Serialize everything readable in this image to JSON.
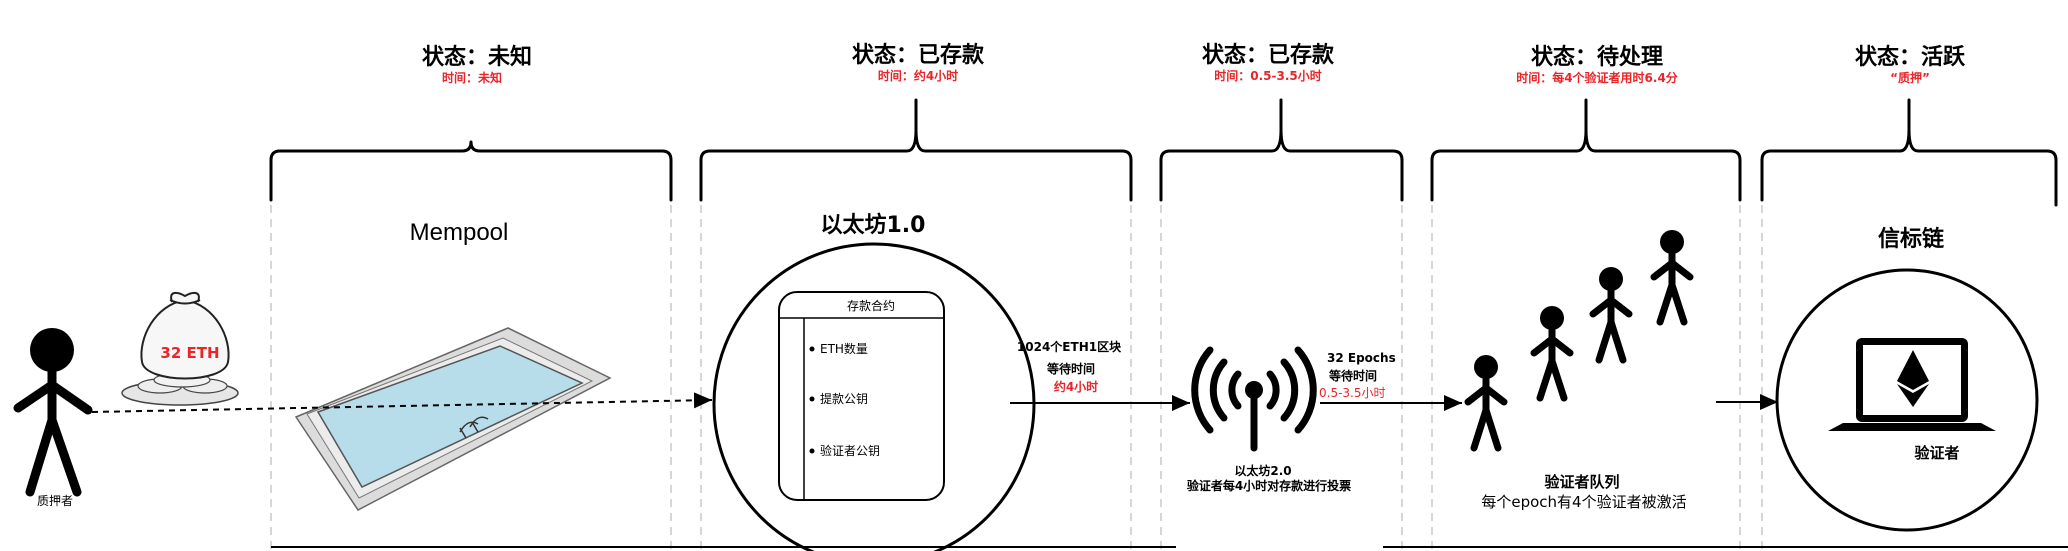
{
  "stages": [
    {
      "state": "状态：未知",
      "time": "时间：未知"
    },
    {
      "state": "状态：已存款",
      "time": "时间：约4小时"
    },
    {
      "state": "状态：已存款",
      "time": "时间：0.5-3.5小时"
    },
    {
      "state": "状态：待处理",
      "time": "时间：每4个验证者用时6.4分"
    },
    {
      "state": "状态：活跃",
      "time": "“质押”"
    }
  ],
  "staker": {
    "label": "质押者",
    "bag_label": "32 ETH"
  },
  "mempool": {
    "title": "Mempool"
  },
  "eth1": {
    "title": "以太坊1.0",
    "contract_title": "存款合约",
    "items": [
      "ETH数量",
      "提款公钥",
      "验证者公钥"
    ]
  },
  "arrow1": {
    "line1": "1024个ETH1区块",
    "line2": "等待时间",
    "line3": "约4小时"
  },
  "eth2": {
    "title": "以太坊2.0",
    "subtitle": "验证者每4小时对存款进行投票"
  },
  "arrow2": {
    "line1": "32 Epochs",
    "line2": "等待时间",
    "line3": "0.5-3.5小时"
  },
  "queue": {
    "title": "验证者队列",
    "subtitle": "每个epoch有4个验证者被激活"
  },
  "beacon": {
    "title": "信标链",
    "validator_label": "验证者"
  },
  "colors": {
    "accent_red": "#e8262a",
    "pool_water": "#b7dcea",
    "black": "#000000"
  }
}
